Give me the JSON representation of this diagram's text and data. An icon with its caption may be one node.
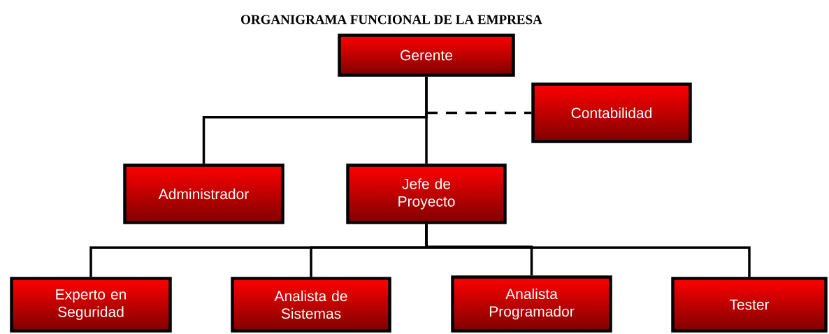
{
  "diagram": {
    "title": "ORGANIGRAMA FUNCIONAL DE LA EMPRESA",
    "nodes": [
      {
        "text": [
          "Gerente"
        ]
      },
      {
        "text": [
          "Contabilidad"
        ]
      },
      {
        "text": [
          "Administrador"
        ]
      },
      {
        "text": [
          "Jefe de Proyecto"
        ]
      },
      {
        "text": [
          "Experto en Seguridad"
        ]
      },
      {
        "text": [
          "Analista de Sistemas"
        ]
      },
      {
        "text": [
          "Analista Programador"
        ]
      },
      {
        "text": [
          "Tester"
        ]
      }
    ],
    "edges": [
      {
        "from": 0,
        "to": 1,
        "arrow": "none",
        "style": "dashed"
      },
      {
        "from": 0,
        "to": 2,
        "arrow": "none"
      },
      {
        "from": 0,
        "to": 3,
        "arrow": "none"
      },
      {
        "from": 3,
        "to": 4,
        "arrow": "none"
      },
      {
        "from": 3,
        "to": 5,
        "arrow": "none"
      },
      {
        "from": 3,
        "to": 6,
        "arrow": "none"
      },
      {
        "from": 3,
        "to": 7,
        "arrow": "none"
      }
    ]
  }
}
